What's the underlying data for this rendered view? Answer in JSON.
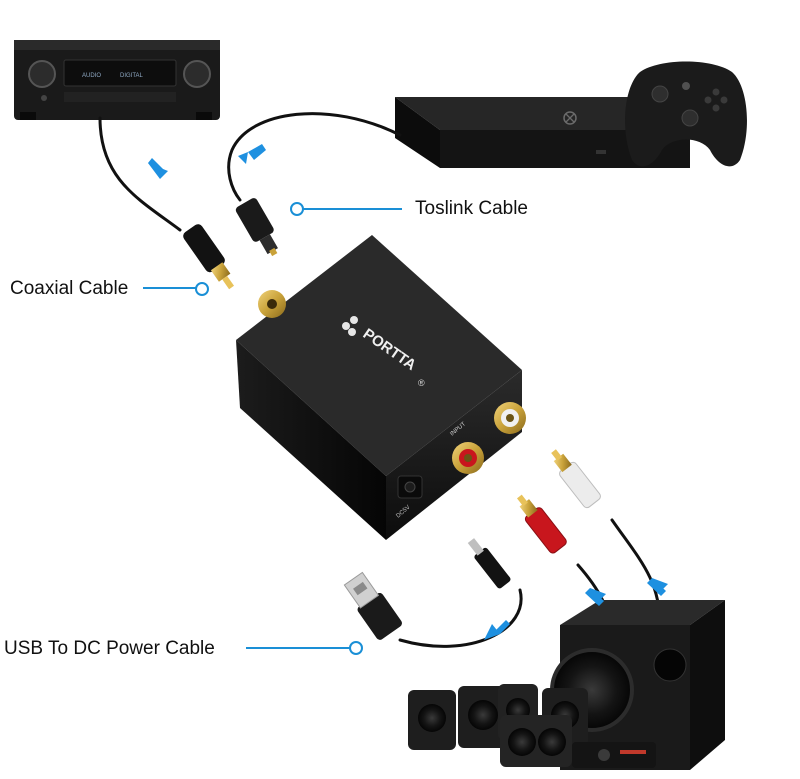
{
  "labels": {
    "toslink": "Toslink Cable",
    "coaxial": "Coaxial Cable",
    "usb_power": "USB To DC Power Cable"
  },
  "converter": {
    "brand": "PORTTA",
    "registered": "®",
    "port_input": "INPUT",
    "port_dc": "DC5V"
  },
  "receiver": {
    "display_left": "AUDIO",
    "display_right": "DIGITAL"
  },
  "colors": {
    "callout_blue": "#1a8fd6",
    "arrow_blue": "#1e90e0",
    "device_black": "#161616",
    "rca_red": "#c8161d",
    "rca_white": "#e8e8e8",
    "gold": "#c9a23a"
  },
  "icons": [
    "xbox-logo-icon",
    "brand-logo-icon",
    "down-arrow-icon"
  ]
}
